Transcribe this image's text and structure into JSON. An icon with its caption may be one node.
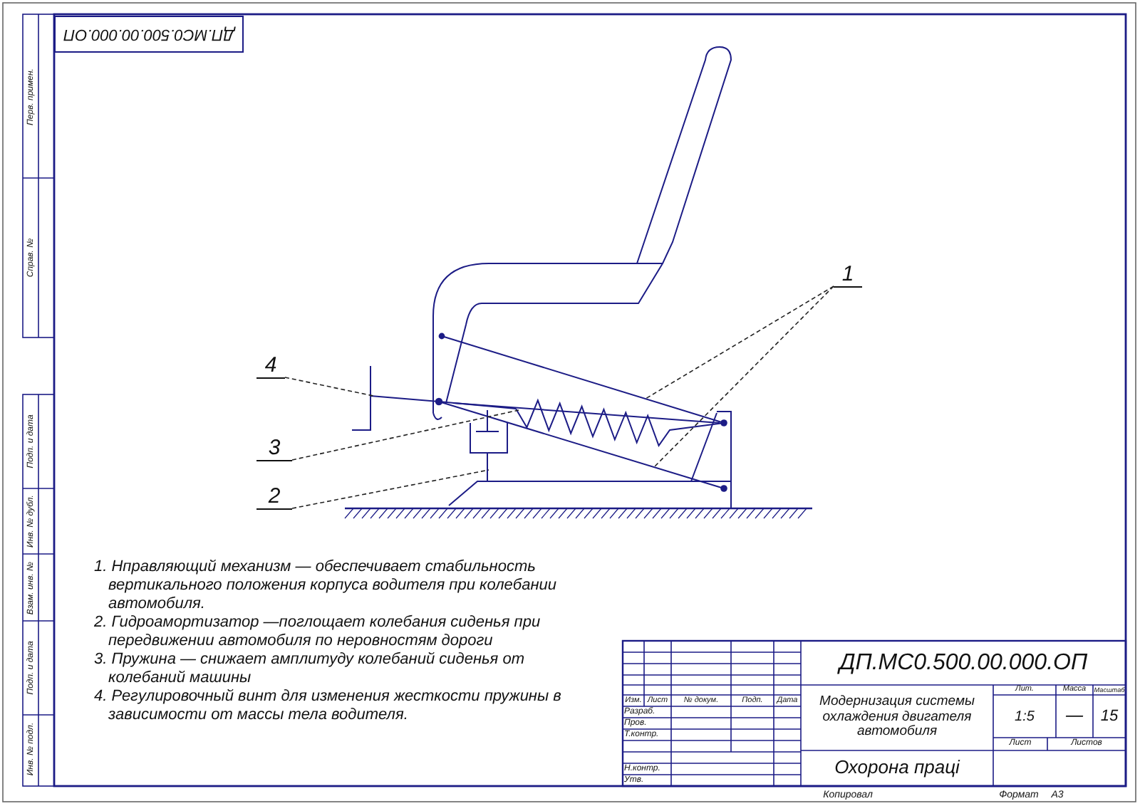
{
  "diagram": {
    "nodes": [
      {
        "text": [
          "1"
        ]
      },
      {
        "text": [
          "4"
        ]
      },
      {
        "text": [
          "3"
        ]
      },
      {
        "text": [
          "2"
        ]
      }
    ],
    "edges": [
      {
        "from": 0,
        "to": null,
        "arrow": "none",
        "style": "dashed"
      },
      {
        "from": 0,
        "to": null,
        "arrow": "none",
        "style": "dashed"
      },
      {
        "from": 1,
        "to": null,
        "arrow": "none",
        "style": "dashed"
      },
      {
        "from": 2,
        "to": null,
        "arrow": "none",
        "style": "dashed"
      },
      {
        "from": 3,
        "to": null,
        "arrow": "none",
        "style": "dashed"
      }
    ],
    "labels": [
      "ДП.МС0.500.00.000.ОП",
      "Перв. примен.",
      "Справ. №",
      "Подп. и дата",
      "Инв. № дубл.",
      "Взам. инв. №",
      "Подп. и дата",
      "Инв. № подл.",
      "1. Нправляющий механизм — обеспечивает стабильность вертикального положения корпуса водителя при колебании автомобиля.",
      "2. Гидроамортизатор —поглощает колебания сиденья при передвижении автомобиля по неровностям дороги",
      "3. Пружина — снижает амплитуду колебаний сиденья от колебаний машины",
      "4. Регулировочный винт для изменения жесткости пружины в зависимости от массы тела водителя.",
      "Изм.",
      "Лист",
      "№ докум.",
      "Подп.",
      "Дата",
      "Разраб.",
      "Пров.",
      "Т.контр.",
      "Н.контр.",
      "Утв.",
      "ДП.МС0.500.00.000.ОП",
      "Модернизация системы охлаждения двигателя автомобиля",
      "Лит.",
      "Масса",
      "Масштаб",
      "1:5",
      "—",
      "15",
      "Лист",
      "Листов",
      "Охорона праці",
      "Копировал",
      "Формат",
      "А3"
    ]
  }
}
